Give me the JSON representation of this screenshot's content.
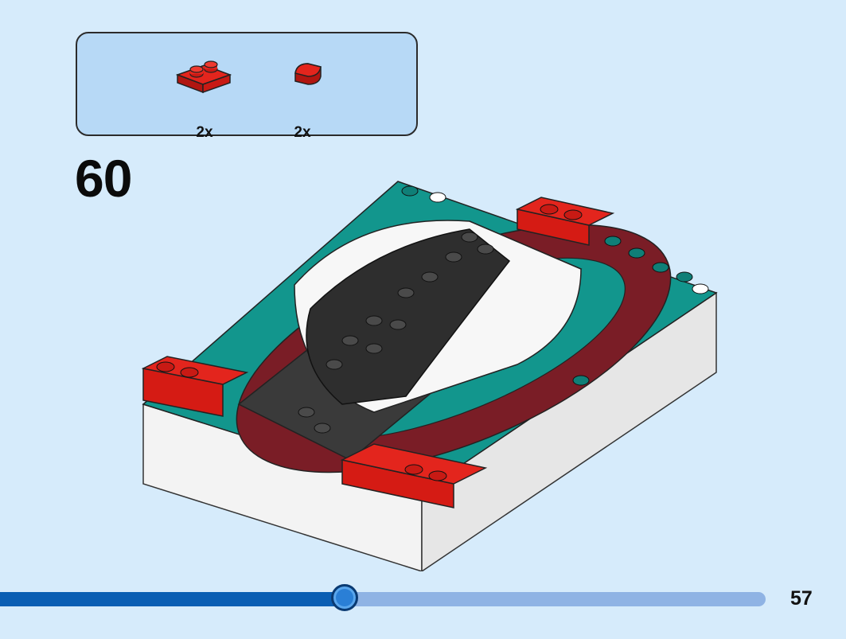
{
  "parts_list": {
    "items": [
      {
        "icon": "red-plate-1x2-icon",
        "quantity": "2x",
        "color": "#d51b14"
      },
      {
        "icon": "red-round-tile-icon",
        "quantity": "2x",
        "color": "#d51b14"
      }
    ]
  },
  "step": {
    "number": "60"
  },
  "page": {
    "number": "57"
  },
  "progress": {
    "fraction": 0.45
  },
  "colors": {
    "background": "#d6ebfb",
    "parts_box": "#b7d9f6",
    "brick_red": "#d51b14",
    "brick_dark_red": "#7a1d26",
    "brick_teal": "#12968d",
    "brick_black": "#3a3a3a",
    "brick_white": "#f7f7f7",
    "progress_fill": "#0a5eb3",
    "progress_track": "#8fb3e4"
  }
}
